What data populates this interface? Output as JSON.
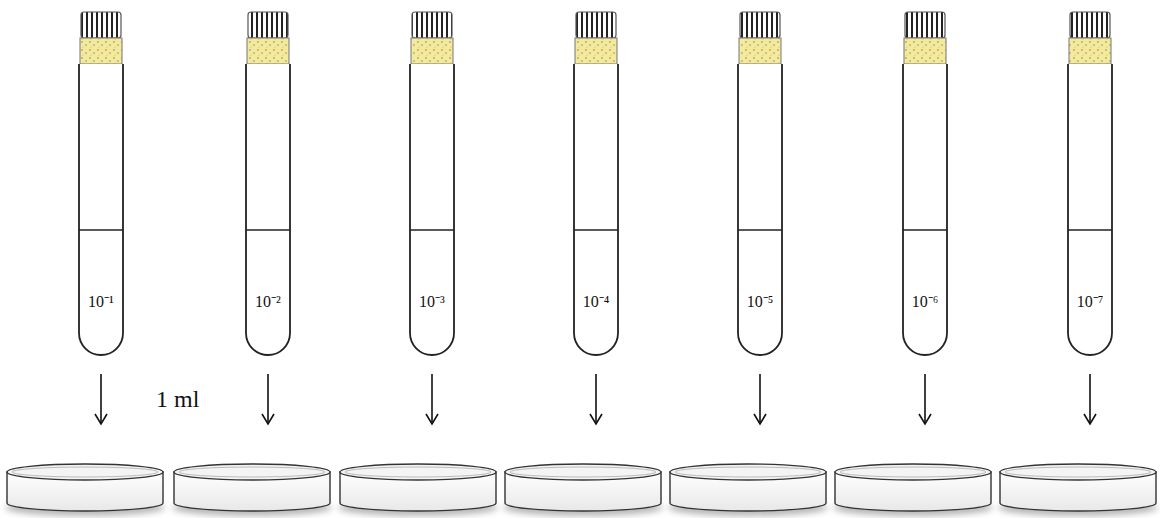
{
  "diagram": {
    "nodes": [
      {
        "text": [
          "10⁻¹"
        ]
      },
      {
        "text": [
          "10⁻²"
        ]
      },
      {
        "text": [
          "10⁻³"
        ]
      },
      {
        "text": [
          "10⁻⁴"
        ]
      },
      {
        "text": [
          "10⁻⁵"
        ]
      },
      {
        "text": [
          "10⁻⁶"
        ]
      },
      {
        "text": [
          "10⁻⁷"
        ]
      }
    ],
    "labels": [
      "1 ml"
    ]
  }
}
